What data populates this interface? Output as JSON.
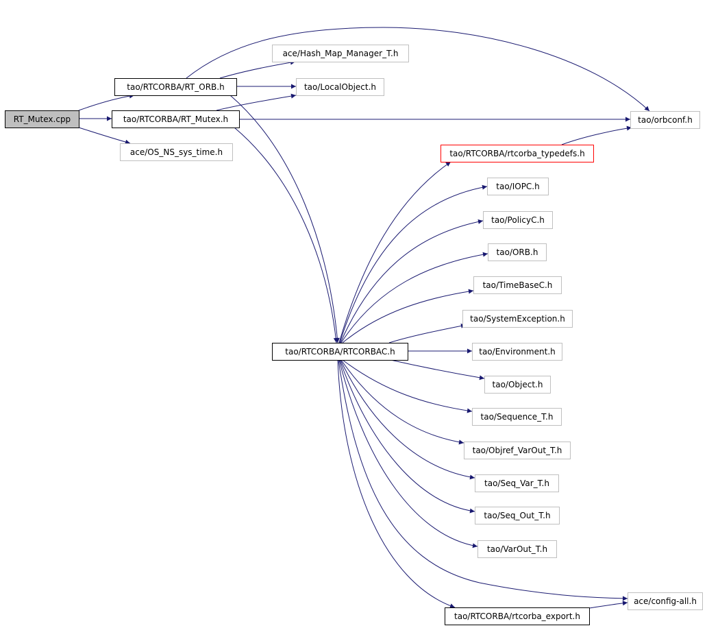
{
  "diagram": {
    "colors": {
      "edge": "#191970",
      "root_fill": "#bfbfbf",
      "strong_border": "#000000",
      "weak_border": "#bfbfbf",
      "red_border": "#ff0000",
      "text": "#000000"
    },
    "nodes": [
      {
        "id": "rt_mutex_cpp",
        "label": "RT_Mutex.cpp",
        "style": "root"
      },
      {
        "id": "rt_orb_h",
        "label": "tao/RTCORBA/RT_ORB.h",
        "style": "strong"
      },
      {
        "id": "rt_mutex_h",
        "label": "tao/RTCORBA/RT_Mutex.h",
        "style": "strong"
      },
      {
        "id": "os_ns_sys_time_h",
        "label": "ace/OS_NS_sys_time.h",
        "style": "weak"
      },
      {
        "id": "hash_map_manager_h",
        "label": "ace/Hash_Map_Manager_T.h",
        "style": "weak"
      },
      {
        "id": "localobject_h",
        "label": "tao/LocalObject.h",
        "style": "weak"
      },
      {
        "id": "orbconf_h",
        "label": "tao/orbconf.h",
        "style": "weak"
      },
      {
        "id": "rtcorba_typedefs_h",
        "label": "tao/RTCORBA/rtcorba_typedefs.h",
        "style": "red"
      },
      {
        "id": "iopc_h",
        "label": "tao/IOPC.h",
        "style": "weak"
      },
      {
        "id": "policyc_h",
        "label": "tao/PolicyC.h",
        "style": "weak"
      },
      {
        "id": "orb_h",
        "label": "tao/ORB.h",
        "style": "weak"
      },
      {
        "id": "timebasec_h",
        "label": "tao/TimeBaseC.h",
        "style": "weak"
      },
      {
        "id": "systemexception_h",
        "label": "tao/SystemException.h",
        "style": "weak"
      },
      {
        "id": "rtcorbac_h",
        "label": "tao/RTCORBA/RTCORBAC.h",
        "style": "strong"
      },
      {
        "id": "environment_h",
        "label": "tao/Environment.h",
        "style": "weak"
      },
      {
        "id": "object_h",
        "label": "tao/Object.h",
        "style": "weak"
      },
      {
        "id": "sequence_t_h",
        "label": "tao/Sequence_T.h",
        "style": "weak"
      },
      {
        "id": "objref_varout_t_h",
        "label": "tao/Objref_VarOut_T.h",
        "style": "weak"
      },
      {
        "id": "seq_var_t_h",
        "label": "tao/Seq_Var_T.h",
        "style": "weak"
      },
      {
        "id": "seq_out_t_h",
        "label": "tao/Seq_Out_T.h",
        "style": "weak"
      },
      {
        "id": "varout_t_h",
        "label": "tao/VarOut_T.h",
        "style": "weak"
      },
      {
        "id": "config_all_h",
        "label": "ace/config-all.h",
        "style": "weak"
      },
      {
        "id": "rtcorba_export_h",
        "label": "tao/RTCORBA/rtcorba_export.h",
        "style": "strong"
      }
    ],
    "edges": [
      {
        "from": "rt_mutex_cpp",
        "to": "rt_orb_h"
      },
      {
        "from": "rt_mutex_cpp",
        "to": "rt_mutex_h"
      },
      {
        "from": "rt_mutex_cpp",
        "to": "os_ns_sys_time_h"
      },
      {
        "from": "rt_orb_h",
        "to": "hash_map_manager_h"
      },
      {
        "from": "rt_orb_h",
        "to": "localobject_h"
      },
      {
        "from": "rt_orb_h",
        "to": "orbconf_h"
      },
      {
        "from": "rt_orb_h",
        "to": "rtcorbac_h"
      },
      {
        "from": "rt_mutex_h",
        "to": "localobject_h"
      },
      {
        "from": "rt_mutex_h",
        "to": "orbconf_h"
      },
      {
        "from": "rt_mutex_h",
        "to": "rtcorbac_h"
      },
      {
        "from": "rtcorba_typedefs_h",
        "to": "orbconf_h"
      },
      {
        "from": "rtcorbac_h",
        "to": "rtcorba_typedefs_h"
      },
      {
        "from": "rtcorbac_h",
        "to": "iopc_h"
      },
      {
        "from": "rtcorbac_h",
        "to": "policyc_h"
      },
      {
        "from": "rtcorbac_h",
        "to": "orb_h"
      },
      {
        "from": "rtcorbac_h",
        "to": "timebasec_h"
      },
      {
        "from": "rtcorbac_h",
        "to": "systemexception_h"
      },
      {
        "from": "rtcorbac_h",
        "to": "environment_h"
      },
      {
        "from": "rtcorbac_h",
        "to": "object_h"
      },
      {
        "from": "rtcorbac_h",
        "to": "sequence_t_h"
      },
      {
        "from": "rtcorbac_h",
        "to": "objref_varout_t_h"
      },
      {
        "from": "rtcorbac_h",
        "to": "seq_var_t_h"
      },
      {
        "from": "rtcorbac_h",
        "to": "seq_out_t_h"
      },
      {
        "from": "rtcorbac_h",
        "to": "varout_t_h"
      },
      {
        "from": "rtcorbac_h",
        "to": "config_all_h"
      },
      {
        "from": "rtcorbac_h",
        "to": "rtcorba_export_h"
      },
      {
        "from": "rtcorba_export_h",
        "to": "config_all_h"
      }
    ]
  }
}
